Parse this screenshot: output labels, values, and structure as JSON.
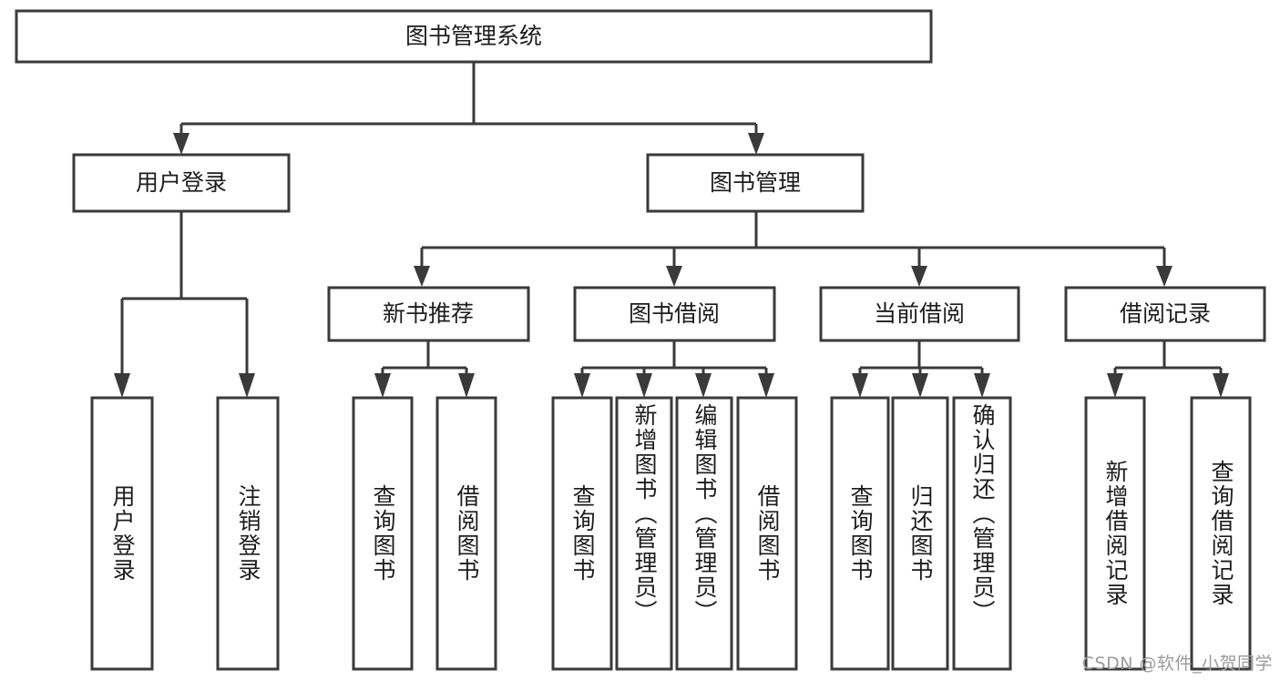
{
  "diagram": {
    "type": "tree-hierarchy",
    "title": "图书管理系统",
    "watermark": "CSDN @软件_小贺同学",
    "colors": {
      "box_stroke": "#3a3a3a",
      "box_fill": "#ffffff",
      "text": "#1d1d1d",
      "background": "#ffffff",
      "watermark": "#9b9b9b"
    },
    "levels": {
      "root": {
        "label": "图书管理系统"
      },
      "level2": [
        {
          "label": "用户登录"
        },
        {
          "label": "图书管理"
        }
      ],
      "level3": [
        {
          "label": "新书推荐"
        },
        {
          "label": "图书借阅"
        },
        {
          "label": "当前借阅"
        },
        {
          "label": "借阅记录"
        }
      ],
      "leaves": [
        {
          "label": "用户登录",
          "parent": "用户登录"
        },
        {
          "label": "注销登录",
          "parent": "用户登录"
        },
        {
          "label": "查询图书",
          "parent": "新书推荐"
        },
        {
          "label": "借阅图书",
          "parent": "新书推荐"
        },
        {
          "label": "查询图书",
          "parent": "图书借阅"
        },
        {
          "label": "新增图书（管理员）",
          "parent": "图书借阅"
        },
        {
          "label": "编辑图书（管理员）",
          "parent": "图书借阅"
        },
        {
          "label": "借阅图书",
          "parent": "图书借阅"
        },
        {
          "label": "查询图书",
          "parent": "当前借阅"
        },
        {
          "label": "归还图书",
          "parent": "当前借阅"
        },
        {
          "label": "确认归还（管理员）",
          "parent": "当前借阅"
        },
        {
          "label": "新增借阅记录",
          "parent": "借阅记录"
        },
        {
          "label": "查询借阅记录",
          "parent": "借阅记录"
        }
      ]
    }
  }
}
